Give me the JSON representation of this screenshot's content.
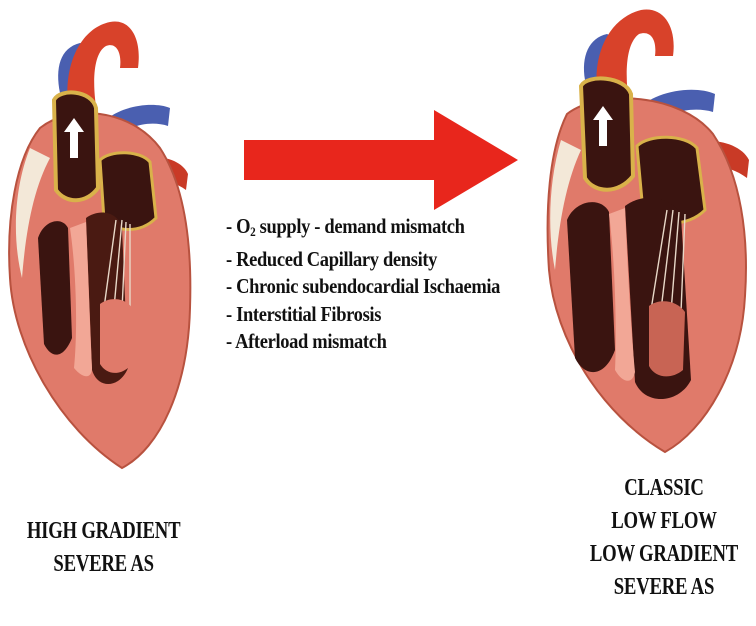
{
  "arrow": {
    "color": "#e8261c"
  },
  "mechanisms": [
    {
      "prefix": "- O",
      "sub": "2",
      "text": " supply - demand mismatch"
    },
    {
      "prefix": "- ",
      "sub": "",
      "text": "Reduced Capillary density"
    },
    {
      "prefix": "- ",
      "sub": "",
      "text": "Chronic subendocardial Ischaemia"
    },
    {
      "prefix": "- ",
      "sub": "",
      "text": "Interstitial Fibrosis"
    },
    {
      "prefix": "- ",
      "sub": "",
      "text": "Afterload mismatch"
    }
  ],
  "left_caption": {
    "line1": "HIGH GRADIENT",
    "line2": "SEVERE AS"
  },
  "right_caption": {
    "line1": "CLASSIC",
    "line2": "LOW FLOW",
    "line3": "LOW GRADIENT",
    "line4": "SEVERE AS"
  },
  "colors": {
    "myocardium": "#e07a6a",
    "myocardium_light": "#f2a796",
    "aorta_red": "#d8422a",
    "vein_blue": "#4a5fb0",
    "chamber_dark": "#3a1410",
    "valve_yellow": "#d9b24a",
    "fat_white": "#f3e8d8"
  }
}
